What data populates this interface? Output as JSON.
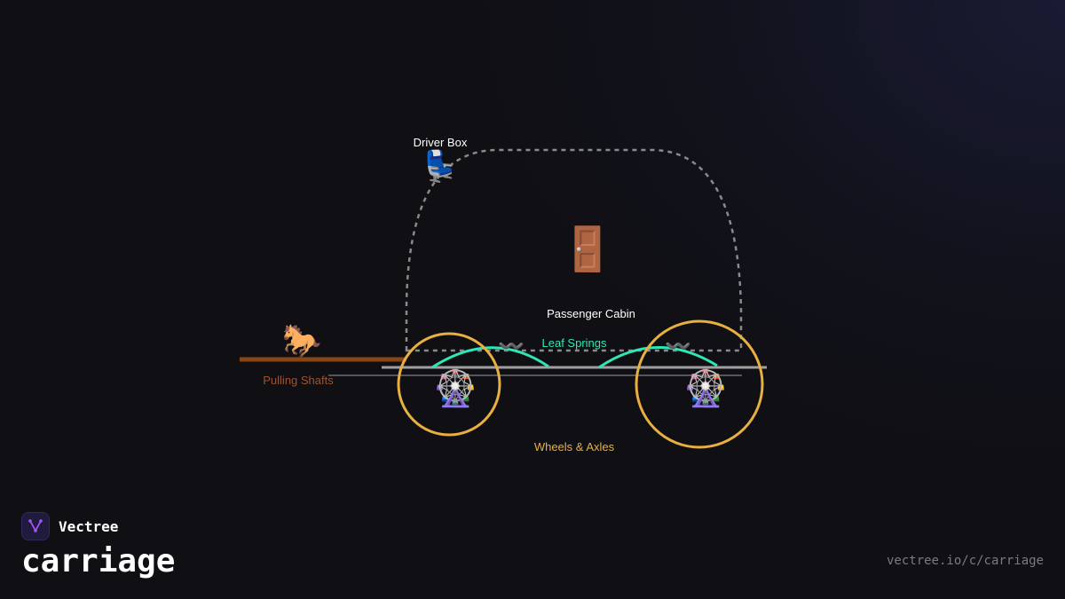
{
  "brand": {
    "name": "Vectree",
    "title": "carriage",
    "url": "vectree.io/c/carriage"
  },
  "diagram": {
    "labels": {
      "driver_box": "Driver Box",
      "passenger_cabin": "Passenger Cabin",
      "leaf_springs": "Leaf Springs",
      "pulling_shafts": "Pulling Shafts",
      "wheels_axles": "Wheels & Axles"
    },
    "icons": {
      "horse": "🐎",
      "seat": "💺",
      "door": "🚪",
      "spring": "〰️",
      "wheel": "🎡"
    },
    "colors": {
      "background": "#0f0f14",
      "cabin_outline": "#8a8a8a",
      "chassis": "#a0a0a0",
      "springs": "#2ee6b6",
      "shafts": "#8b4513",
      "shafts_label": "#a0522d",
      "wheels": "#e8b040",
      "text": "#ffffff",
      "logo_accent": "#a855f7",
      "url": "#7a7a82"
    }
  }
}
